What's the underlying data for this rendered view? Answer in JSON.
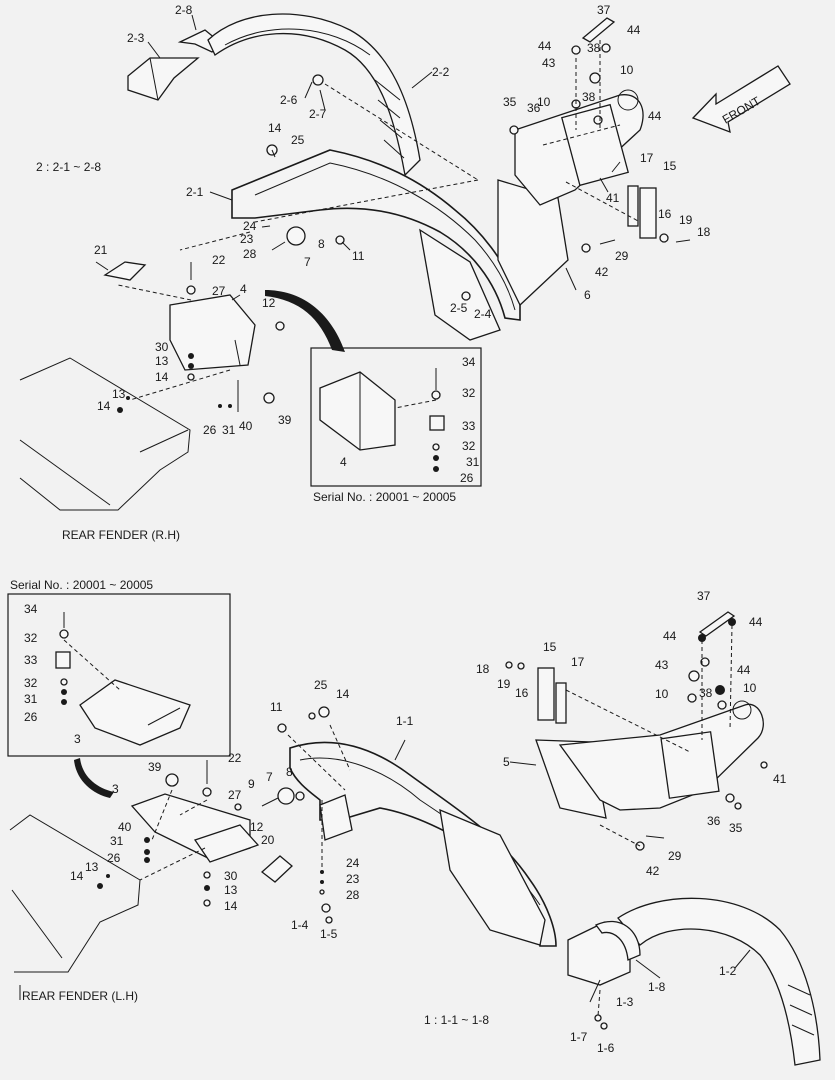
{
  "orientation": "FRONT",
  "top": {
    "group_note": "2 : 2-1 ~ 2-8",
    "caption": "REAR FENDER (R.H)",
    "inset_serial": "Serial No. : 20001 ~ 20005"
  },
  "bottom": {
    "group_note": "1 : 1-1 ~ 1-8",
    "caption": "REAR FENDER (L.H)",
    "inset_serial": "Serial No. : 20001 ~ 20005"
  },
  "callouts": {
    "t_2_8": "2-8",
    "t_2_3": "2-3",
    "t_2_2": "2-2",
    "t_2_6": "2-6",
    "t_2_7": "2-7",
    "t_14a": "14",
    "t_25": "25",
    "t_2_1": "2-1",
    "t_24": "24",
    "t_23": "23",
    "t_28": "28",
    "t_8": "8",
    "t_7": "7",
    "t_11": "11",
    "t_21": "21",
    "t_22": "22",
    "t_27": "27",
    "t_4": "4",
    "t_12": "12",
    "t_30": "30",
    "t_13a": "13",
    "t_14b": "14",
    "t_13b": "13",
    "t_14c": "14",
    "t_26": "26",
    "t_31": "31",
    "t_40": "40",
    "t_39": "39",
    "t_2_5": "2-5",
    "t_2_4": "2-4",
    "t_6": "6",
    "t_37": "37",
    "t_44a": "44",
    "t_38a": "38",
    "t_44b": "44",
    "t_43": "43",
    "t_10a": "10",
    "t_38b": "38",
    "t_35": "35",
    "t_36": "36",
    "t_10b": "10",
    "t_44c": "44",
    "t_17": "17",
    "t_15": "15",
    "t_41": "41",
    "t_16": "16",
    "t_19": "19",
    "t_18": "18",
    "t_29": "29",
    "t_42": "42",
    "i_34": "34",
    "i_32a": "32",
    "i_33": "33",
    "i_32b": "32",
    "i_31": "31",
    "i_26": "26",
    "i_4": "4",
    "b_34": "34",
    "b_32a": "32",
    "b_33": "33",
    "b_32b": "32",
    "b_31": "31",
    "b_26": "26",
    "b_3": "3",
    "b_39": "39",
    "b_22": "22",
    "b_3b": "3",
    "b_27": "27",
    "b_40": "40",
    "b_12": "12",
    "b_31b": "31",
    "b_26b": "26",
    "b_20": "20",
    "b_13": "13",
    "b_14": "14",
    "b_30": "30",
    "b_13b": "13",
    "b_14b": "14",
    "b_11": "11",
    "b_25": "25",
    "b_14c": "14",
    "b_1_1": "1-1",
    "b_9": "9",
    "b_7": "7",
    "b_8": "8",
    "b_24": "24",
    "b_23": "23",
    "b_28": "28",
    "b_1_4": "1-4",
    "b_1_5": "1-5",
    "b_15": "15",
    "b_17": "17",
    "b_18": "18",
    "b_19": "19",
    "b_16": "16",
    "b_37": "37",
    "b_44a": "44",
    "b_44b": "44",
    "b_43": "43",
    "b_44c": "44",
    "b_10a": "10",
    "b_38": "38",
    "b_10b": "10",
    "b_5": "5",
    "b_41": "41",
    "b_36": "36",
    "b_35": "35",
    "b_29": "29",
    "b_42": "42",
    "b_1_3": "1-3",
    "b_1_8": "1-8",
    "b_1_2": "1-2",
    "b_1_7": "1-7",
    "b_1_6": "1-6"
  }
}
